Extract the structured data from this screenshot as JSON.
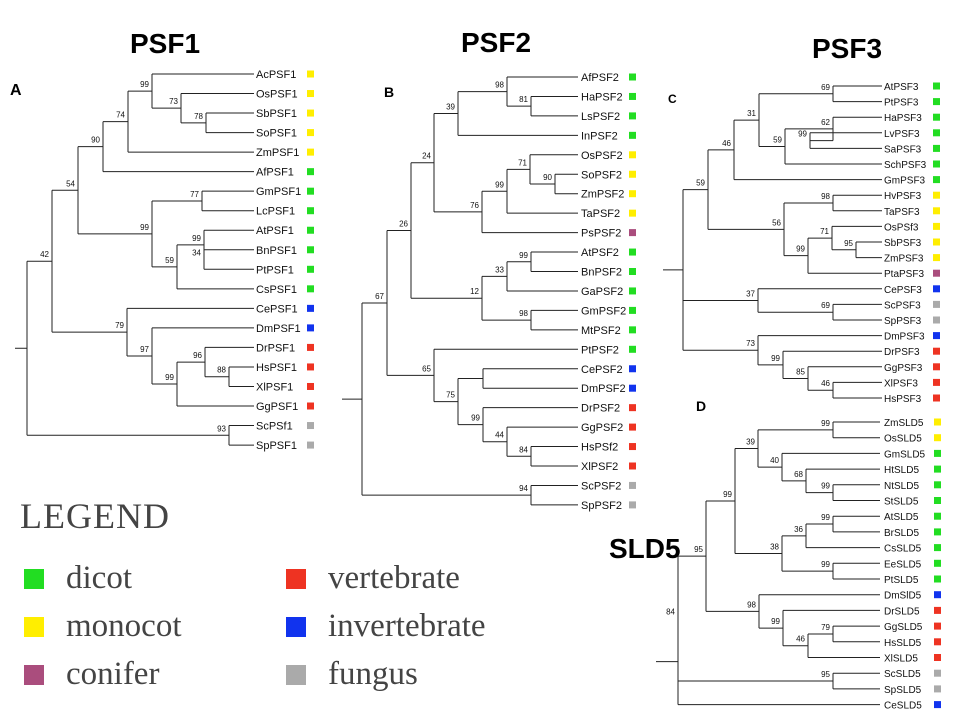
{
  "titles": {
    "psf1": "PSF1",
    "psf2": "PSF2",
    "psf3": "PSF3",
    "sld5": "SLD5"
  },
  "panel_labels": {
    "a": "A",
    "b": "B",
    "c": "C",
    "d": "D"
  },
  "colors": {
    "dicot": "#22dd22",
    "monocot": "#ffee00",
    "conifer": "#aa4d7d",
    "vertebrate": "#ee3322",
    "invertebrate": "#1133ee",
    "fungus": "#aaaaaa"
  },
  "legend": {
    "title": "LEGEND",
    "items": [
      {
        "label": "dicot",
        "cat": "dicot"
      },
      {
        "label": "vertebrate",
        "cat": "vertebrate"
      },
      {
        "label": "monocot",
        "cat": "monocot"
      },
      {
        "label": "invertebrate",
        "cat": "invertebrate"
      },
      {
        "label": "conifer",
        "cat": "conifer"
      },
      {
        "label": "fungus",
        "cat": "fungus"
      }
    ]
  },
  "trees": {
    "psf1": {
      "leaves": [
        {
          "label": "AcPSF1",
          "cat": "monocot"
        },
        {
          "label": "OsPSF1",
          "cat": "monocot"
        },
        {
          "label": "SbPSF1",
          "cat": "monocot"
        },
        {
          "label": "SoPSF1",
          "cat": "monocot"
        },
        {
          "label": "ZmPSF1",
          "cat": "monocot"
        },
        {
          "label": "AfPSF1",
          "cat": "dicot"
        },
        {
          "label": "GmPSF1",
          "cat": "dicot"
        },
        {
          "label": "LcPSF1",
          "cat": "dicot"
        },
        {
          "label": "AtPSF1",
          "cat": "dicot"
        },
        {
          "label": "BnPSF1",
          "cat": "dicot"
        },
        {
          "label": "PtPSF1",
          "cat": "dicot"
        },
        {
          "label": "CsPSF1",
          "cat": "dicot"
        },
        {
          "label": "CePSF1",
          "cat": "invertebrate"
        },
        {
          "label": "DmPSF1",
          "cat": "invertebrate"
        },
        {
          "label": "DrPSF1",
          "cat": "vertebrate"
        },
        {
          "label": "HsPSF1",
          "cat": "vertebrate"
        },
        {
          "label": "XlPSF1",
          "cat": "vertebrate"
        },
        {
          "label": "GgPSF1",
          "cat": "vertebrate"
        },
        {
          "label": "ScPSf1",
          "cat": "fungus"
        },
        {
          "label": "SpPSF1",
          "cat": "fungus"
        }
      ],
      "bootstrap": [
        "74",
        "99",
        "78",
        "73",
        "90",
        "54",
        "77",
        "99",
        "34",
        "59",
        "99",
        "42",
        "79",
        "97",
        "96",
        "88",
        "99",
        "93"
      ]
    },
    "psf2": {
      "leaves": [
        {
          "label": "AfPSF2",
          "cat": "dicot"
        },
        {
          "label": "HaPSF2",
          "cat": "dicot"
        },
        {
          "label": "LsPSF2",
          "cat": "dicot"
        },
        {
          "label": "InPSF2",
          "cat": "dicot"
        },
        {
          "label": "OsPSF2",
          "cat": "monocot"
        },
        {
          "label": "SoPSF2",
          "cat": "monocot"
        },
        {
          "label": "ZmPSF2",
          "cat": "monocot"
        },
        {
          "label": "TaPSF2",
          "cat": "monocot"
        },
        {
          "label": "PsPSF2",
          "cat": "conifer"
        },
        {
          "label": "AtPSF2",
          "cat": "dicot"
        },
        {
          "label": "BnPSF2",
          "cat": "dicot"
        },
        {
          "label": "GaPSF2",
          "cat": "dicot"
        },
        {
          "label": "GmPSF2",
          "cat": "dicot"
        },
        {
          "label": "MtPSF2",
          "cat": "dicot"
        },
        {
          "label": "PtPSF2",
          "cat": "dicot"
        },
        {
          "label": "CePSF2",
          "cat": "invertebrate"
        },
        {
          "label": "DmPSF2",
          "cat": "invertebrate"
        },
        {
          "label": "DrPSF2",
          "cat": "vertebrate"
        },
        {
          "label": "GgPSF2",
          "cat": "vertebrate"
        },
        {
          "label": "HsPSf2",
          "cat": "vertebrate"
        },
        {
          "label": "XlPSF2",
          "cat": "vertebrate"
        },
        {
          "label": "ScPSF2",
          "cat": "fungus"
        },
        {
          "label": "SpPSF2",
          "cat": "fungus"
        }
      ],
      "bootstrap": [
        "39",
        "98",
        "81",
        "24",
        "71",
        "90",
        "99",
        "76",
        "26",
        "99",
        "33",
        "12",
        "98",
        "99",
        "67",
        "65",
        "75",
        "99",
        "44",
        "84",
        "94"
      ]
    },
    "psf3": {
      "leaves": [
        {
          "label": "AtPSF3",
          "cat": "dicot"
        },
        {
          "label": "PtPSF3",
          "cat": "dicot"
        },
        {
          "label": "HaPSF3",
          "cat": "dicot"
        },
        {
          "label": "LvPSF3",
          "cat": "dicot"
        },
        {
          "label": "SaPSF3",
          "cat": "dicot"
        },
        {
          "label": "SchPSF3",
          "cat": "dicot"
        },
        {
          "label": "GmPSF3",
          "cat": "dicot"
        },
        {
          "label": "HvPSF3",
          "cat": "monocot"
        },
        {
          "label": "TaPSF3",
          "cat": "monocot"
        },
        {
          "label": "OsPSf3",
          "cat": "monocot"
        },
        {
          "label": "SbPSF3",
          "cat": "monocot"
        },
        {
          "label": "ZmPSF3",
          "cat": "monocot"
        },
        {
          "label": "PtaPSF3",
          "cat": "conifer"
        },
        {
          "label": "CePSF3",
          "cat": "invertebrate"
        },
        {
          "label": "ScPSF3",
          "cat": "fungus"
        },
        {
          "label": "SpPSF3",
          "cat": "fungus"
        },
        {
          "label": "DmPSF3",
          "cat": "invertebrate"
        },
        {
          "label": "DrPSF3",
          "cat": "vertebrate"
        },
        {
          "label": "GgPSF3",
          "cat": "vertebrate"
        },
        {
          "label": "XlPSF3",
          "cat": "vertebrate"
        },
        {
          "label": "HsPSF3",
          "cat": "vertebrate"
        }
      ],
      "bootstrap": [
        "69",
        "31",
        "62",
        "99",
        "59",
        "46",
        "98",
        "99",
        "71",
        "95",
        "56",
        "99",
        "59",
        "37",
        "69",
        "73",
        "99",
        "85",
        "46"
      ]
    },
    "sld5": {
      "leaves": [
        {
          "label": "ZmSLD5",
          "cat": "monocot"
        },
        {
          "label": "OsSLD5",
          "cat": "monocot"
        },
        {
          "label": "GmSLD5",
          "cat": "dicot"
        },
        {
          "label": "HtSLD5",
          "cat": "dicot"
        },
        {
          "label": "NtSLD5",
          "cat": "dicot"
        },
        {
          "label": "StSLD5",
          "cat": "dicot"
        },
        {
          "label": "AtSLD5",
          "cat": "dicot"
        },
        {
          "label": "BrSLD5",
          "cat": "dicot"
        },
        {
          "label": "CsSLD5",
          "cat": "dicot"
        },
        {
          "label": "EeSLD5",
          "cat": "dicot"
        },
        {
          "label": "PtSLD5",
          "cat": "dicot"
        },
        {
          "label": "DmSlD5",
          "cat": "invertebrate"
        },
        {
          "label": "DrSLD5",
          "cat": "vertebrate"
        },
        {
          "label": "GgSLD5",
          "cat": "vertebrate"
        },
        {
          "label": "HsSLD5",
          "cat": "vertebrate"
        },
        {
          "label": "XlSLD5",
          "cat": "vertebrate"
        },
        {
          "label": "ScSLD5",
          "cat": "fungus"
        },
        {
          "label": "SpSLD5",
          "cat": "fungus"
        },
        {
          "label": "CeSLD5",
          "cat": "invertebrate"
        }
      ],
      "bootstrap": [
        "99",
        "39",
        "40",
        "68",
        "99",
        "99",
        "36",
        "38",
        "99",
        "99",
        "95",
        "98",
        "99",
        "79",
        "46",
        "84",
        "95"
      ]
    }
  }
}
